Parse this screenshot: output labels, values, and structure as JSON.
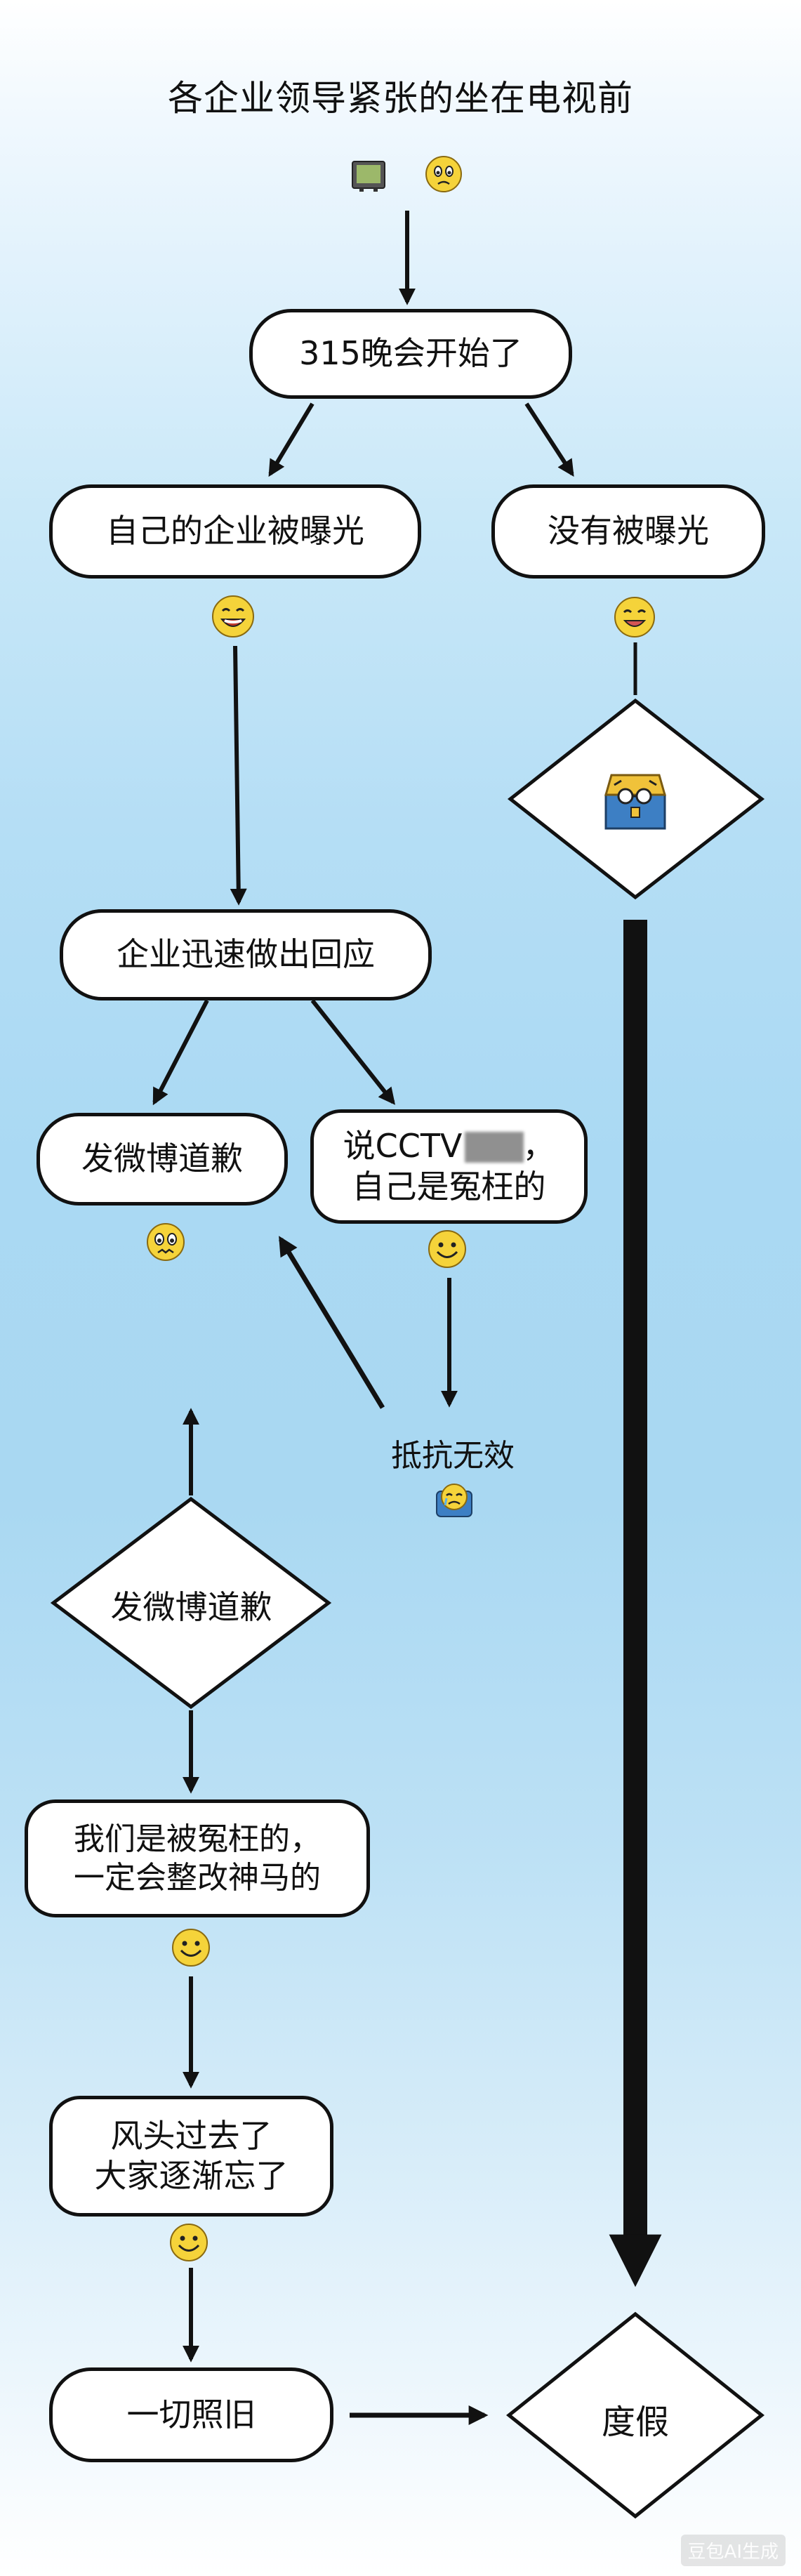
{
  "title": "各企业领导紧张的坐在电视前",
  "nodes": {
    "start": "315晚会开始了",
    "exposed": "自己的企业被曝光",
    "not_exposed": "没有被曝光",
    "respond": "企业迅速做出回应",
    "apology": "发微博道歉",
    "claim_line1": "说CCTV",
    "claim_line2": "自己是冤枉的",
    "resist": "抵抗无效",
    "apology_decision": "发微博道歉",
    "wronged_line1": "我们是被冤枉的，",
    "wronged_line2": "一定会整改神马的",
    "forgotten_line1": "风头过去了",
    "forgotten_line2": "大家逐渐忘了",
    "as_before": "一切照旧",
    "vacation": "度假"
  },
  "watermark": "豆包AI生成",
  "colors": {
    "outline": "#111111",
    "box_fill": "#ffffff",
    "emoji_yellow": "#f5d33a",
    "sky_blue": "#aad9f3"
  },
  "icons": [
    "tv-icon",
    "worried-face-icon",
    "smile-face-icon",
    "grin-face-icon",
    "nervous-face-icon",
    "treasure-chest-icon",
    "crying-face-icon"
  ]
}
